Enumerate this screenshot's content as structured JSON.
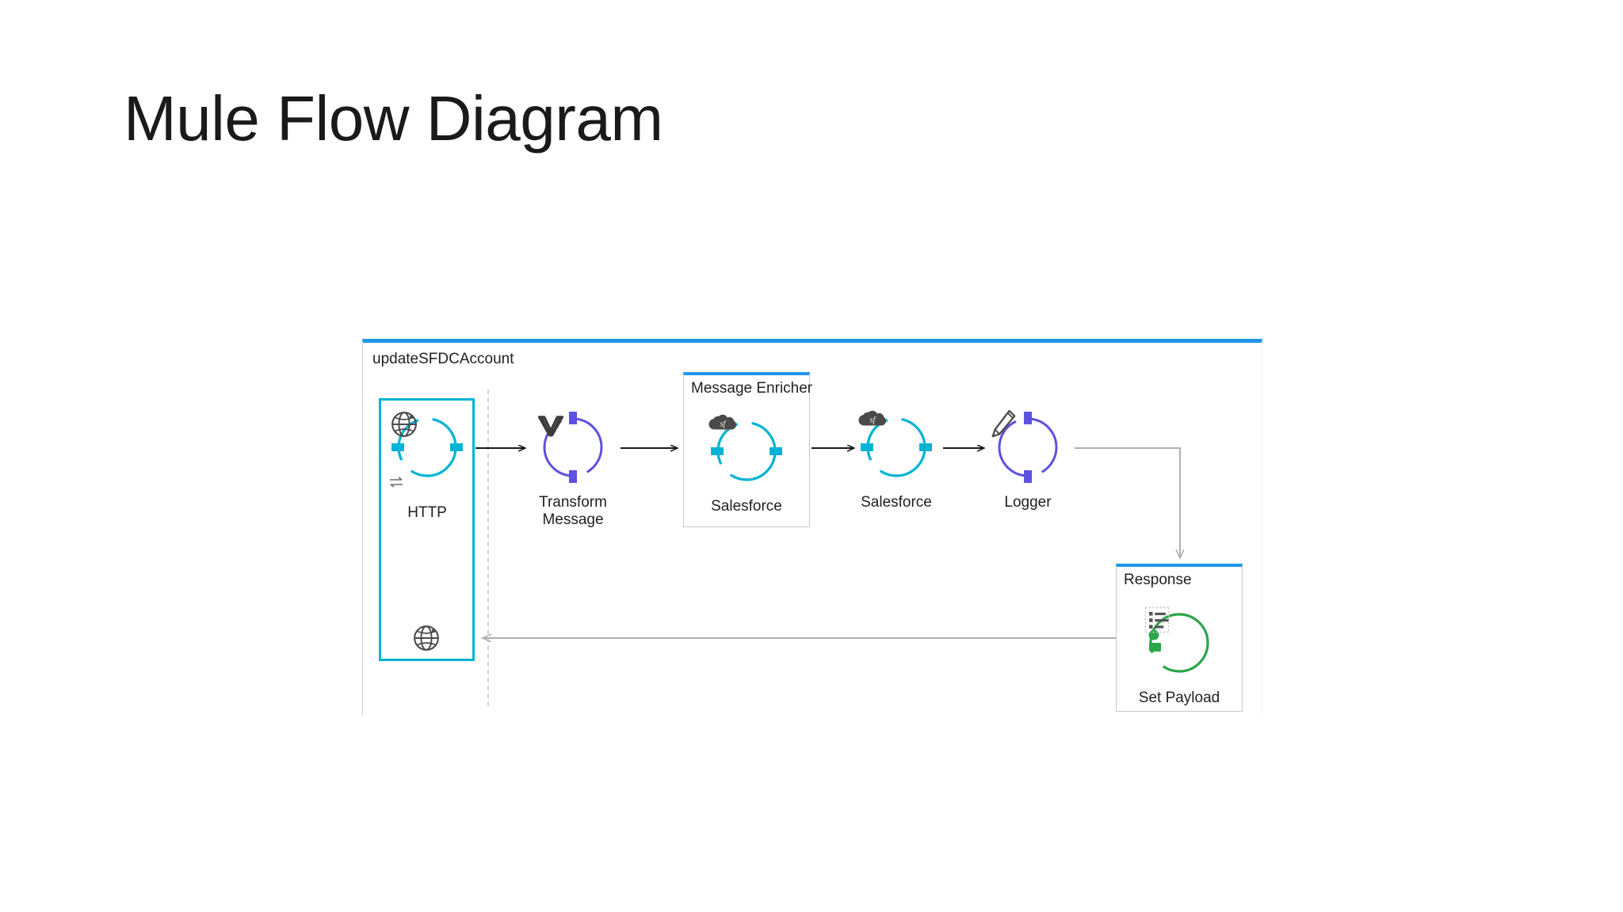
{
  "slide": {
    "title": "Mule Flow Diagram",
    "background_color": "#ffffff"
  },
  "colors": {
    "flow_accent_blue": "#2196e8",
    "connector_cyan": "#00b3d4",
    "component_purple": "#5d51e0",
    "set_payload_green": "#2aa54a",
    "arrow_black": "#1a1a1a",
    "arrow_gray": "#b0b0b0",
    "box_border_gray": "#c9c9c9",
    "text_dark": "#1f1f1f"
  },
  "flow": {
    "name": "updateSFDCAccount",
    "source": {
      "label": "HTTP",
      "icon": "globe-icon",
      "secondary_icon": "request-response-arrows-icon",
      "return_icon": "globe-icon"
    },
    "nodes": [
      {
        "id": "http",
        "label": "HTTP",
        "icon": "globe-icon",
        "ring": "cyan",
        "tabs": "horizontal"
      },
      {
        "id": "transform",
        "label": "Transform\nMessage",
        "icon": "transform-icon",
        "ring": "purple",
        "tabs": "vertical"
      },
      {
        "id": "salesforce1",
        "label": "Salesforce",
        "icon": "salesforce-cloud-icon",
        "ring": "cyan",
        "tabs": "horizontal"
      },
      {
        "id": "salesforce2",
        "label": "Salesforce",
        "icon": "salesforce-cloud-icon",
        "ring": "cyan",
        "tabs": "horizontal"
      },
      {
        "id": "logger",
        "label": "Logger",
        "icon": "pencil-icon",
        "ring": "purple",
        "tabs": "vertical"
      },
      {
        "id": "setpayload",
        "label": "Set Payload",
        "icon": "document-lines-icon",
        "ring": "green",
        "tabs": "left-dot"
      }
    ],
    "scopes": [
      {
        "id": "message-enricher",
        "label": "Message Enricher",
        "contains": "salesforce1"
      },
      {
        "id": "response",
        "label": "Response",
        "contains": "setpayload"
      }
    ],
    "connectors": [
      {
        "from": "http",
        "to": "transform",
        "style": "solid-black-arrow"
      },
      {
        "from": "transform",
        "to": "salesforce1",
        "style": "solid-black-arrow"
      },
      {
        "from": "salesforce1",
        "to": "salesforce2",
        "style": "solid-black-arrow"
      },
      {
        "from": "salesforce2",
        "to": "logger",
        "style": "solid-black-arrow"
      },
      {
        "from": "logger",
        "to": "setpayload",
        "style": "gray-elbow-arrow-down"
      },
      {
        "from": "setpayload",
        "to": "http-return",
        "style": "gray-elbow-arrow-left"
      }
    ]
  }
}
